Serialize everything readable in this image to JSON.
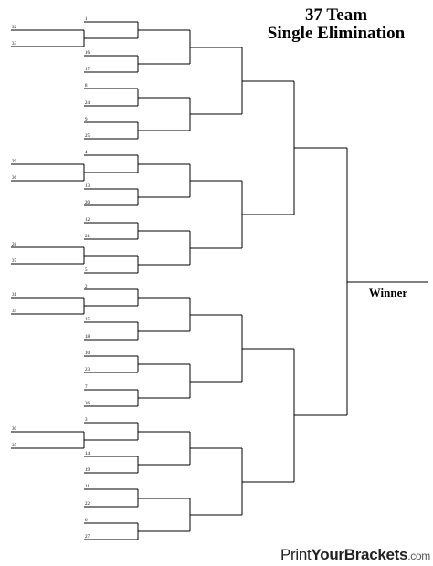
{
  "title": {
    "line1": "37 Team",
    "line2": "Single Elimination"
  },
  "winner_label": "Winner",
  "brand": {
    "part1": "Print",
    "part2": "YourBrackets",
    "part3": ".com"
  },
  "play_in_seeds": [
    "32",
    "33",
    "29",
    "36",
    "28",
    "37",
    "31",
    "34",
    "30",
    "35"
  ],
  "round1_seeds": [
    "1",
    "",
    "16",
    "17",
    "8",
    "24",
    "9",
    "25",
    "4",
    "",
    "13",
    "20",
    "12",
    "21",
    "",
    "5",
    "2",
    "",
    "15",
    "18",
    "10",
    "23",
    "7",
    "26",
    "3",
    "",
    "14",
    "19",
    "11",
    "22",
    "6",
    "27"
  ]
}
